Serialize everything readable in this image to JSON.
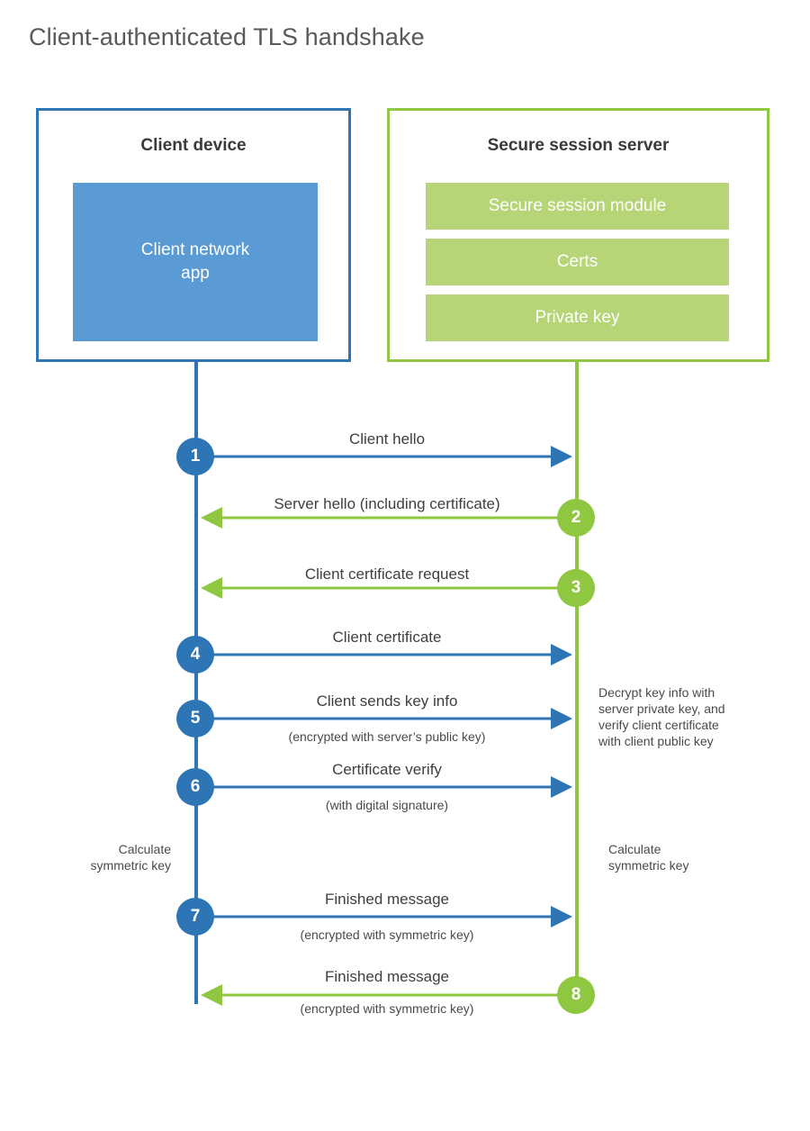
{
  "title": "Client-authenticated TLS handshake",
  "colors": {
    "client_blue": "#2e75b6",
    "client_app_fill": "#5b9bd5",
    "server_green": "#8fc740",
    "server_bar_fill": "#b5d577",
    "title_gray": "#58595b",
    "text_gray": "#3f3f3f"
  },
  "client": {
    "title": "Client device",
    "app_label": "Client network\napp"
  },
  "server": {
    "title": "Secure session server",
    "bars": [
      {
        "label": "Secure session module"
      },
      {
        "label": "Certs"
      },
      {
        "label": "Private key"
      }
    ]
  },
  "steps": [
    {
      "number": "1",
      "label": "Client hello",
      "sublabel": "",
      "direction": "client-to-server",
      "side": "client"
    },
    {
      "number": "2",
      "label": "Server hello (including certificate)",
      "sublabel": "",
      "direction": "server-to-client",
      "side": "server"
    },
    {
      "number": "3",
      "label": "Client certificate request",
      "sublabel": "",
      "direction": "server-to-client",
      "side": "server"
    },
    {
      "number": "4",
      "label": "Client certificate",
      "sublabel": "",
      "direction": "client-to-server",
      "side": "client"
    },
    {
      "number": "5",
      "label": "Client sends key info",
      "sublabel": "(encrypted with server’s public key)",
      "direction": "client-to-server",
      "side": "client"
    },
    {
      "number": "6",
      "label": "Certificate verify",
      "sublabel": "(with digital signature)",
      "direction": "client-to-server",
      "side": "client"
    },
    {
      "number": "7",
      "label": "Finished message",
      "sublabel": "(encrypted with symmetric key)",
      "direction": "client-to-server",
      "side": "client"
    },
    {
      "number": "8",
      "label": "Finished message",
      "sublabel": "(encrypted with symmetric key)",
      "direction": "server-to-client",
      "side": "server"
    }
  ],
  "notes": {
    "server_decrypt": "Decrypt key info with\nserver private key, and\nverify client certificate\nwith client public key",
    "client_calculate": "Calculate\nsymmetric key",
    "server_calculate": "Calculate\nsymmetric key"
  }
}
